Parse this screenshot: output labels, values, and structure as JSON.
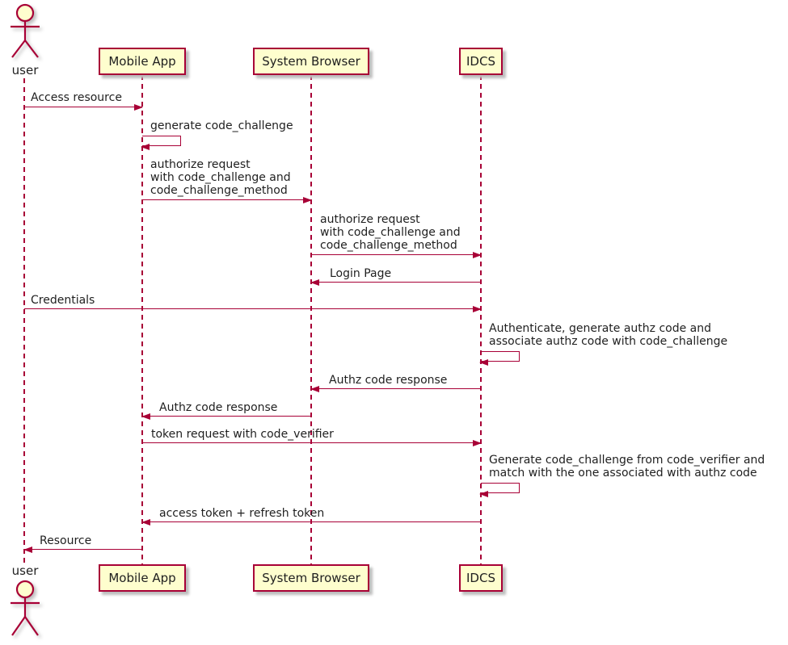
{
  "colors": {
    "accent": "#A80036",
    "participant_fill": "#FEFECE",
    "text": "#1f1f1f",
    "shadow": "#bdbdbd"
  },
  "participants": [
    {
      "id": "user",
      "label": "user",
      "type": "actor"
    },
    {
      "id": "mobile-app",
      "label": "Mobile App",
      "type": "box"
    },
    {
      "id": "system-browser",
      "label": "System Browser",
      "type": "box"
    },
    {
      "id": "idcs",
      "label": "IDCS",
      "type": "box"
    }
  ],
  "messages": [
    {
      "from": "user",
      "to": "Mobile App",
      "kind": "arrow",
      "text": "Access resource"
    },
    {
      "from": "Mobile App",
      "to": "Mobile App",
      "kind": "self",
      "text": "generate code_challenge"
    },
    {
      "from": "Mobile App",
      "to": "System Browser",
      "kind": "arrow",
      "text": "authorize request\nwith code_challenge and\ncode_challenge_method"
    },
    {
      "from": "System Browser",
      "to": "IDCS",
      "kind": "arrow",
      "text": "authorize request\nwith code_challenge and\ncode_challenge_method"
    },
    {
      "from": "IDCS",
      "to": "System Browser",
      "kind": "arrow",
      "text": "Login Page"
    },
    {
      "from": "user",
      "to": "IDCS",
      "kind": "arrow",
      "text": "Credentials"
    },
    {
      "from": "IDCS",
      "to": "IDCS",
      "kind": "self",
      "text": "Authenticate, generate authz code and\nassociate authz code with code_challenge"
    },
    {
      "from": "IDCS",
      "to": "System Browser",
      "kind": "arrow",
      "text": "Authz code response"
    },
    {
      "from": "System Browser",
      "to": "Mobile App",
      "kind": "arrow",
      "text": "Authz code response"
    },
    {
      "from": "Mobile App",
      "to": "IDCS",
      "kind": "arrow",
      "text": "token request with code_verifier"
    },
    {
      "from": "IDCS",
      "to": "IDCS",
      "kind": "self",
      "text": "Generate code_challenge from code_verifier and\nmatch with the one associated with authz code"
    },
    {
      "from": "IDCS",
      "to": "Mobile App",
      "kind": "arrow",
      "text": "access token + refresh token"
    },
    {
      "from": "Mobile App",
      "to": "user",
      "kind": "arrow",
      "text": "Resource"
    }
  ]
}
